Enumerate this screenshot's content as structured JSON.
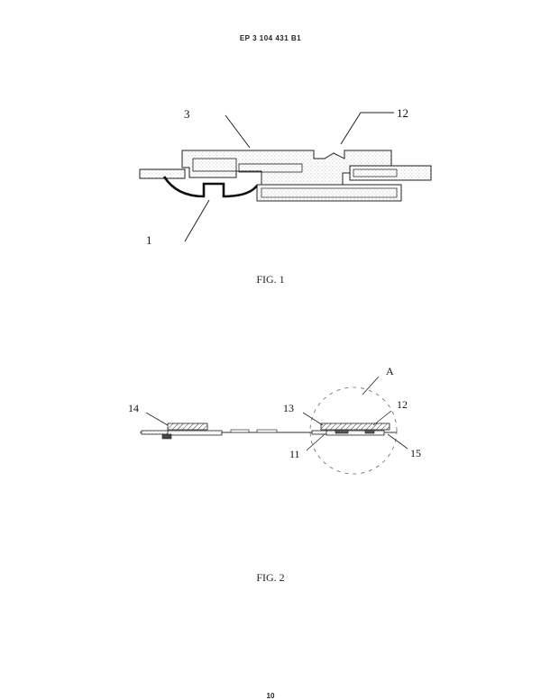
{
  "document": {
    "patent_number": "EP 3 104 431 B1",
    "page_number": "10"
  },
  "figures": [
    {
      "caption": "FIG. 1",
      "labels": {
        "a": "3",
        "b": "12",
        "c": "1"
      }
    },
    {
      "caption": "FIG. 2",
      "labels": {
        "a": "A",
        "b": "14",
        "c": "13",
        "d": "12",
        "e": "11",
        "f": "15"
      }
    }
  ],
  "colors": {
    "ink": "#222222",
    "paper": "#ffffff",
    "stipple": "#999999"
  }
}
